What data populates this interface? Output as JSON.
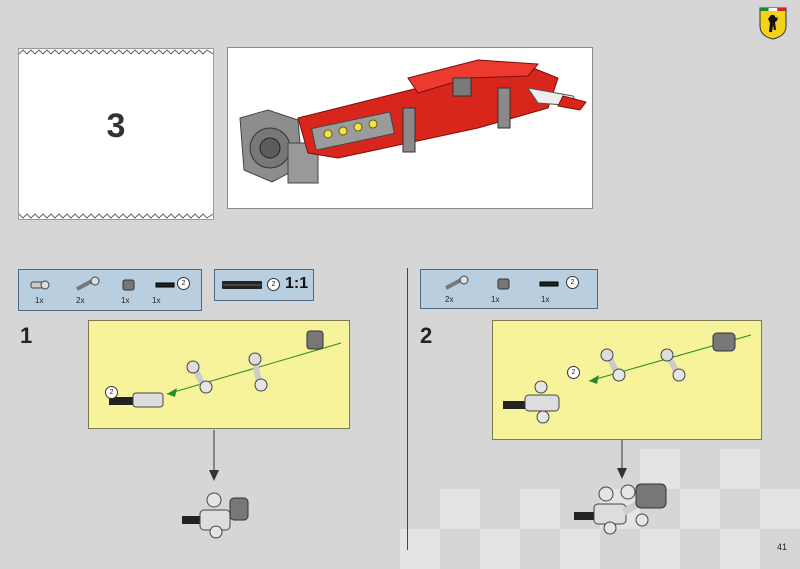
{
  "big_step": "3",
  "page_number": "41",
  "colors": {
    "background": "#d6d6d6",
    "parts_panel": "#b9cfe0",
    "assembly_panel": "#f6f39a",
    "model_red": "#d8261c",
    "arrow_green": "#2a8a2a"
  },
  "left": {
    "parts": [
      {
        "qty": "1x",
        "icon": "peg-connector-icon"
      },
      {
        "qty": "2x",
        "icon": "axle-joiner-icon"
      },
      {
        "qty": "1x",
        "icon": "bush-icon"
      },
      {
        "qty": "1x",
        "icon": "axle-2-icon",
        "badge": "2"
      }
    ],
    "scale_badge": "2",
    "scale_label": "1:1",
    "step_number": "1",
    "callout_badge": "2"
  },
  "right": {
    "parts": [
      {
        "qty": "2x",
        "icon": "axle-joiner-icon"
      },
      {
        "qty": "1x",
        "icon": "bush-icon"
      },
      {
        "qty": "1x",
        "icon": "axle-2-icon",
        "badge": "2"
      }
    ],
    "step_number": "2",
    "callout_badge": "2"
  }
}
